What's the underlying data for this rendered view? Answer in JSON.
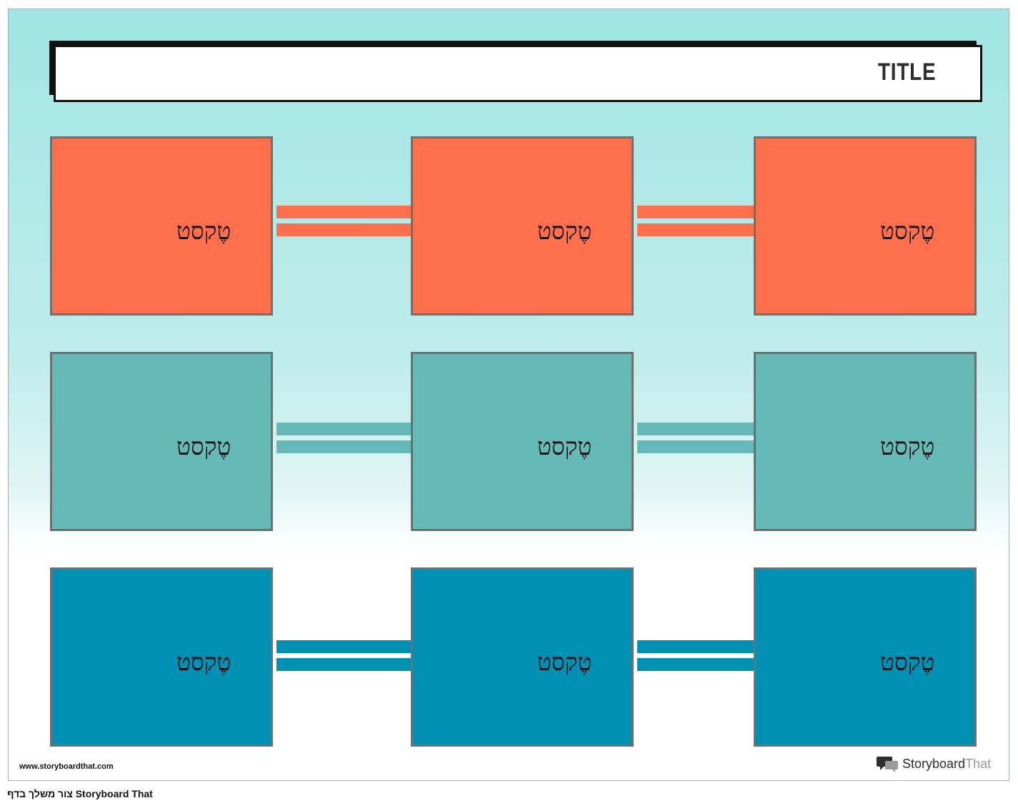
{
  "title": "TITLE",
  "rows": [
    {
      "name": "orange",
      "color": "#ff6f4b",
      "boxes": [
        "טֶקסט",
        "טֶקסט",
        "טֶקסט"
      ]
    },
    {
      "name": "teal",
      "color": "#65bab8",
      "boxes": [
        "טֶקסט",
        "טֶקסט",
        "טֶקסט"
      ]
    },
    {
      "name": "blue",
      "color": "#0090b3",
      "boxes": [
        "טֶקסט",
        "טֶקסט",
        "טֶקסט"
      ]
    }
  ],
  "footer": {
    "website": "www.storyboardthat.com",
    "brand_part1": "Storyboard",
    "brand_part2": "That",
    "credit_en": "Storyboard That",
    "credit_he": "צור משלך בדף"
  }
}
